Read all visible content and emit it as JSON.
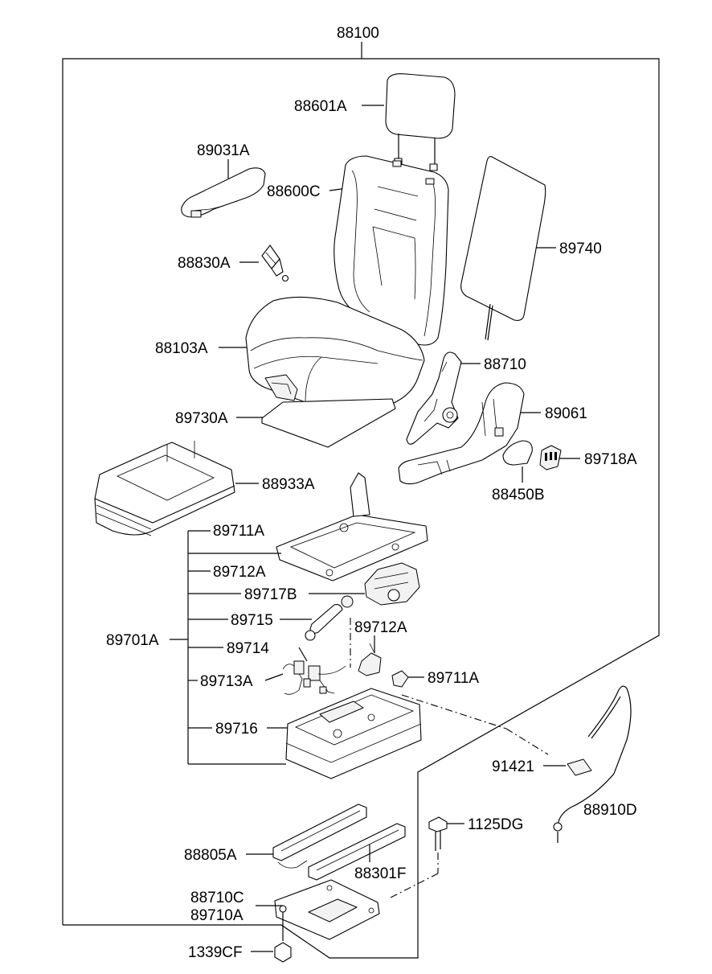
{
  "diagram": {
    "assembly_number": "88100",
    "parts": [
      {
        "id": "88601A"
      },
      {
        "id": "89031A"
      },
      {
        "id": "88600C"
      },
      {
        "id": "89740"
      },
      {
        "id": "88830A"
      },
      {
        "id": "88103A"
      },
      {
        "id": "88710"
      },
      {
        "id": "89730A"
      },
      {
        "id": "89061"
      },
      {
        "id": "89718A"
      },
      {
        "id": "88933A"
      },
      {
        "id": "88450B"
      },
      {
        "id": "89711A"
      },
      {
        "id": "89712A"
      },
      {
        "id": "89717B"
      },
      {
        "id": "89715"
      },
      {
        "id": "89712A"
      },
      {
        "id": "89701A"
      },
      {
        "id": "89714"
      },
      {
        "id": "89711A"
      },
      {
        "id": "89713A"
      },
      {
        "id": "89716"
      },
      {
        "id": "91421"
      },
      {
        "id": "88910D"
      },
      {
        "id": "1125DG"
      },
      {
        "id": "88805A"
      },
      {
        "id": "88301F"
      },
      {
        "id": "88710C"
      },
      {
        "id": "89710A"
      },
      {
        "id": "1339CF"
      }
    ]
  }
}
